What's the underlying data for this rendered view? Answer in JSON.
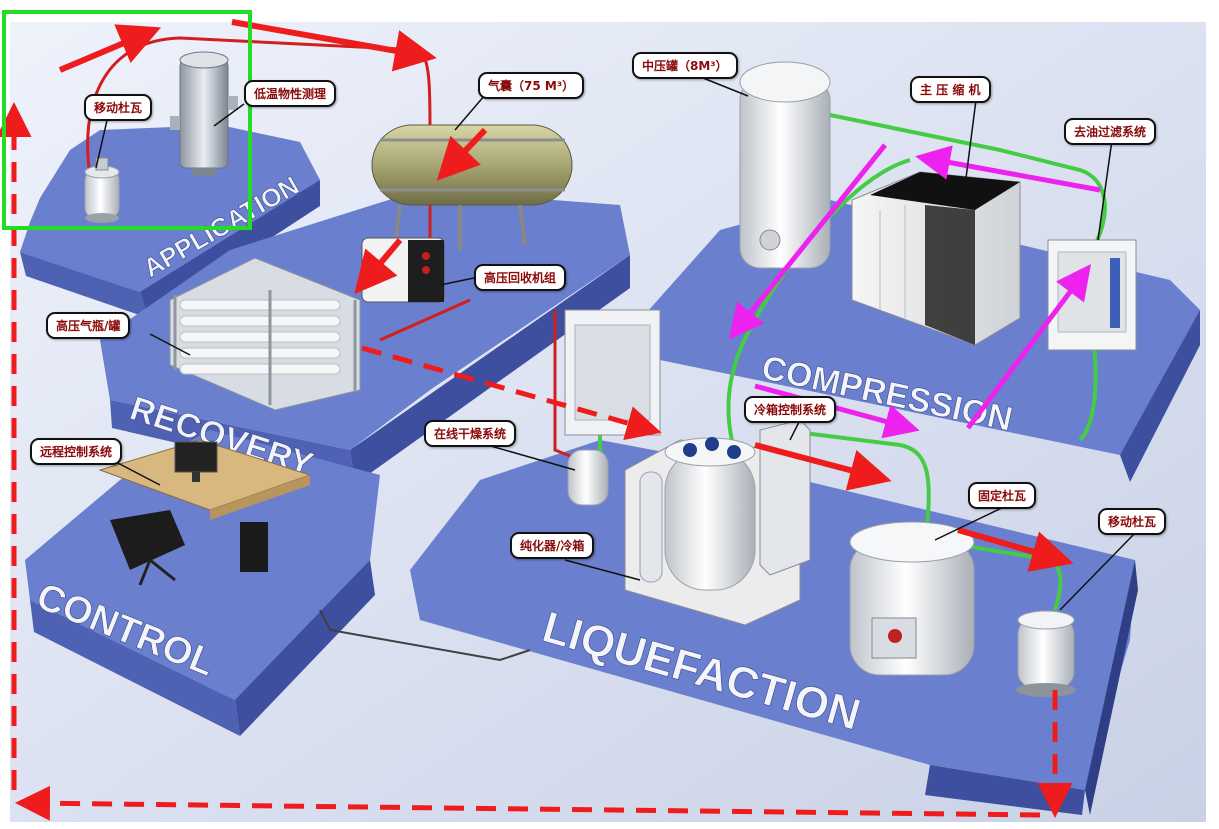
{
  "platforms": {
    "application": "APPLICATION",
    "recovery": "RECOVERY",
    "control": "CONTROL",
    "compression": "COMPRESSION",
    "liquefaction": "LIQUEFACTION"
  },
  "callouts": {
    "mobile_dewar_top": "移动杜瓦",
    "low_temp_physics": "低温物性测理",
    "gas_bag": "气囊（75 M³）",
    "medium_pressure_tank": "中压罐（8M³）",
    "main_compressor": "主 压 缩 机",
    "oil_removal": "去油过滤系统",
    "high_pressure_recovery": "高压回收机组",
    "high_pressure_cylinders": "高压气瓶/罐",
    "remote_control": "远程控制系统",
    "online_dryer": "在线干燥系统",
    "cold_box_control": "冷箱控制系统",
    "fixed_dewar": "固定杜瓦",
    "mobile_dewar_right": "移动杜瓦",
    "purifier_coldbox": "纯化器/冷箱"
  },
  "colors": {
    "platform_top": "#6b7fcf",
    "platform_side": "#3d4f9e",
    "flow_red": "#ee1c1c",
    "flow_magenta": "#ee22ee",
    "pipe_green": "#44cc44",
    "highlight_green": "#22dd22"
  }
}
